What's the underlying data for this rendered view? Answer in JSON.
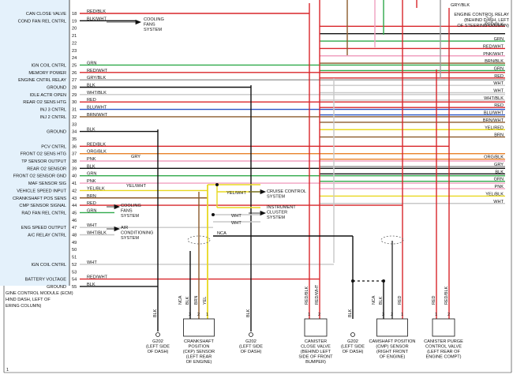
{
  "ecm": {
    "caption_lines": [
      "GINE CONTROL MODULE (ECM)",
      "HIND DASH, LEFT OF",
      "ERING COLUMN)"
    ],
    "pins": [
      {
        "n": "18",
        "func": "CAN CLOSE VALVE",
        "wire": "RED/BLK",
        "color": "#d8262a"
      },
      {
        "n": "19",
        "func": "COND FAN REL CNTRL",
        "wire": "BLK/WHT",
        "color": "#111111"
      },
      {
        "n": "20",
        "func": "",
        "wire": "",
        "color": ""
      },
      {
        "n": "21",
        "func": "",
        "wire": "",
        "color": ""
      },
      {
        "n": "22",
        "func": "",
        "wire": "",
        "color": ""
      },
      {
        "n": "23",
        "func": "",
        "wire": "",
        "color": ""
      },
      {
        "n": "24",
        "func": "",
        "wire": "",
        "color": ""
      },
      {
        "n": "25",
        "func": "IGN COIL CNTRL",
        "wire": "GRN",
        "color": "#2fa94a"
      },
      {
        "n": "26",
        "func": "MEMORY POWER",
        "wire": "RED/WHT",
        "color": "#d8262a"
      },
      {
        "n": "27",
        "func": "ENGINE CNTRL RELAY",
        "wire": "GRY/BLK",
        "color": "#9a9a9a"
      },
      {
        "n": "28",
        "func": "GROUND",
        "wire": "BLK",
        "color": "#111111"
      },
      {
        "n": "29",
        "func": "IDLE ACTR OPEN",
        "wire": "WHT/BLK",
        "color": "#c8c8c8"
      },
      {
        "n": "30",
        "func": "REAR O2 SENS HTG",
        "wire": "RED",
        "color": "#d8262a"
      },
      {
        "n": "31",
        "func": "INJ 3 CNTRL",
        "wire": "BLU/WHT",
        "color": "#2a55c8"
      },
      {
        "n": "32",
        "func": "INJ 2 CNTRL",
        "wire": "BRN/WHT",
        "color": "#8b5a2b"
      },
      {
        "n": "33",
        "func": "",
        "wire": "",
        "color": ""
      },
      {
        "n": "34",
        "func": "GROUND",
        "wire": "BLK",
        "color": "#111111"
      },
      {
        "n": "35",
        "func": "",
        "wire": "",
        "color": ""
      },
      {
        "n": "36",
        "func": "PCV CNTRL",
        "wire": "RED/BLK",
        "color": "#d8262a"
      },
      {
        "n": "37",
        "func": "FRONT O2 SENS HTG",
        "wire": "ORG/BLK",
        "color": "#e8822a"
      },
      {
        "n": "38",
        "func": "TP SENSOR OUTPUT",
        "wire": "PNK",
        "color": "#f0a0c0"
      },
      {
        "n": "39",
        "func": "REAR O2 SENSOR",
        "wire": "BLK",
        "color": "#111111"
      },
      {
        "n": "40",
        "func": "FRONT O2 SENSOR GND",
        "wire": "GRN",
        "color": "#2fa94a"
      },
      {
        "n": "41",
        "func": "MAF SENSOR SIG",
        "wire": "PNK",
        "color": "#f0a0c0"
      },
      {
        "n": "42",
        "func": "VEHICLE SPEED INPUT",
        "wire": "YEL/BLK",
        "color": "#e8d820"
      },
      {
        "n": "43",
        "func": "CRANKSHAFT POS SENS",
        "wire": "BRN",
        "color": "#8b5a2b"
      },
      {
        "n": "44",
        "func": "CMP SENSOR SIGNAL",
        "wire": "RED",
        "color": "#d8262a"
      },
      {
        "n": "45",
        "func": "RAD FAN REL CNTRL",
        "wire": "GRN",
        "color": "#2fa94a"
      },
      {
        "n": "46",
        "func": "",
        "wire": "",
        "color": ""
      },
      {
        "n": "47",
        "func": "ENG SPEED OUTPUT",
        "wire": "WHT",
        "color": "#c8c8c8"
      },
      {
        "n": "48",
        "func": "A/C RELAY CNTRL",
        "wire": "WHT/BLK",
        "color": "#c8c8c8"
      },
      {
        "n": "49",
        "func": "",
        "wire": "",
        "color": ""
      },
      {
        "n": "50",
        "func": "",
        "wire": "",
        "color": ""
      },
      {
        "n": "51",
        "func": "",
        "wire": "",
        "color": ""
      },
      {
        "n": "52",
        "func": "IGN COIL CNTRL",
        "wire": "WHT",
        "color": "#c8c8c8"
      },
      {
        "n": "53",
        "func": "",
        "wire": "",
        "color": ""
      },
      {
        "n": "54",
        "func": "BATTERY VOLTAGE",
        "wire": "RED/WHT",
        "color": "#d8262a"
      },
      {
        "n": "55",
        "func": "GROUND",
        "wire": "BLK",
        "color": "#111111"
      }
    ]
  },
  "right_wires": [
    {
      "row": "19",
      "label": "RED/BLK",
      "color": "#d8262a"
    },
    {
      "row": "20",
      "label": "",
      "color": "#111111"
    },
    {
      "row": "21",
      "label": "GRN",
      "color": "#2fa94a"
    },
    {
      "row": "22",
      "label": "RED/WHT",
      "color": "#d8262a"
    },
    {
      "row": "23",
      "label": "PNK/WHT",
      "color": "#f0a0c0"
    },
    {
      "row": "24",
      "label": "BRN/BLK",
      "color": "#8b5a2b"
    },
    {
      "row": "25",
      "label": "GRN",
      "color": "#2fa94a"
    },
    {
      "row": "26",
      "label": "RED",
      "color": "#d8262a"
    },
    {
      "row": "27",
      "label": "WHT",
      "color": "#c8c8c8"
    },
    {
      "row": "28",
      "label": "WHT",
      "color": "#c8c8c8"
    },
    {
      "row": "29",
      "label": "WHT/BLK",
      "color": "#c8c8c8"
    },
    {
      "row": "30",
      "label": "RED",
      "color": "#d8262a"
    },
    {
      "row": "31",
      "label": "BLU/WHT",
      "color": "#2a55c8"
    },
    {
      "row": "32",
      "label": "BRN/WHT",
      "color": "#8b5a2b"
    },
    {
      "row": "33",
      "label": "YEL/RED",
      "color": "#e8d820"
    },
    {
      "row": "34",
      "label": "BRN",
      "color": "#8b5a2b"
    },
    {
      "row": "37",
      "label": "ORG/BLK",
      "color": "#e8822a"
    },
    {
      "row": "38",
      "label": "GRY",
      "color": "#9a9a9a"
    },
    {
      "row": "39",
      "label": "BLK",
      "color": "#111111"
    },
    {
      "row": "40",
      "label": "GRN",
      "color": "#2fa94a"
    },
    {
      "row": "41",
      "label": "PNK",
      "color": "#f0a0c0"
    },
    {
      "row": "42",
      "label": "YEL/BLK",
      "color": "#e8d820"
    },
    {
      "row": "43",
      "label": "WHT",
      "color": "#c8c8c8"
    }
  ],
  "top_right": {
    "wire_label": "GRY/BLK",
    "relay_lines": [
      "ENGINE CONTROL RELAY",
      "(BEHIND DASH, LEFT",
      "OF STEERING COLUMN)"
    ]
  },
  "labels": {
    "gry": "GRY",
    "yel_wht": "YEL/WHT",
    "yel_wht_2": "YEL/WHT",
    "wht_a": "WHT",
    "wht_b": "WHT",
    "nca": "NCA",
    "cooling_fans_1": [
      "COOLING",
      "FANS",
      "SYSTEM"
    ],
    "cooling_fans_2": [
      "COOLING",
      "FANS",
      "SYSTEM"
    ],
    "air_cond": [
      "AIR",
      "CONDITIONING",
      "SYSTEM"
    ],
    "cruise": [
      "CRUISE CONTROL",
      "SYSTEM"
    ],
    "cluster": [
      "INSTRUMENT",
      "CLUSTER",
      "SYSTEM"
    ],
    "footer_num": "1"
  },
  "components": [
    {
      "id": "g202-a",
      "lines": [
        "G202",
        "(LEFT SIDE",
        "OF DASH)"
      ],
      "vlabels": [
        "BLK"
      ]
    },
    {
      "id": "ckp",
      "lines": [
        "CRANKSHAFT",
        "POSITION",
        "(CKP) SENSOR",
        "(LEFT REAR",
        "OF ENGINE)"
      ],
      "vlabels": [
        "NCA",
        "BLK",
        "BRN",
        "YEL"
      ],
      "pins": [
        "3",
        "2",
        "1"
      ]
    },
    {
      "id": "g202-b",
      "lines": [
        "G202",
        "(LEFT SIDE",
        "OF DASH)"
      ],
      "vlabels": [
        "BLK"
      ]
    },
    {
      "id": "canister-close",
      "lines": [
        "CANISTER",
        "CLOSE VALVE",
        "(BEHIND LEFT",
        "SIDE OF FRONT",
        "BUMPER)"
      ],
      "vlabels": [
        "RED/BLK",
        "RED/WHT"
      ],
      "pins": [
        "1",
        "2"
      ]
    },
    {
      "id": "g202-c",
      "lines": [
        "G202",
        "(LEFT SIDE",
        "OF DASH)"
      ],
      "vlabels": [
        "BLK"
      ]
    },
    {
      "id": "cmp",
      "lines": [
        "CAMSHAFT POSITION",
        "(CMP) SENSOR",
        "(RIGHT FRONT",
        "OF ENGINE)"
      ],
      "vlabels": [
        "NCA",
        "BLK",
        "RED"
      ],
      "pins": [
        "3",
        "2",
        "1"
      ]
    },
    {
      "id": "canister-purge",
      "lines": [
        "CANISTER PURGE",
        "CONTROL VALVE",
        "(LEFT REAR OF",
        "ENGINE COMPT)"
      ],
      "vlabels": [
        "RED",
        "RED/BLK"
      ],
      "pins": [
        "1",
        "2"
      ]
    }
  ],
  "icons": {
    "close": "✕"
  }
}
